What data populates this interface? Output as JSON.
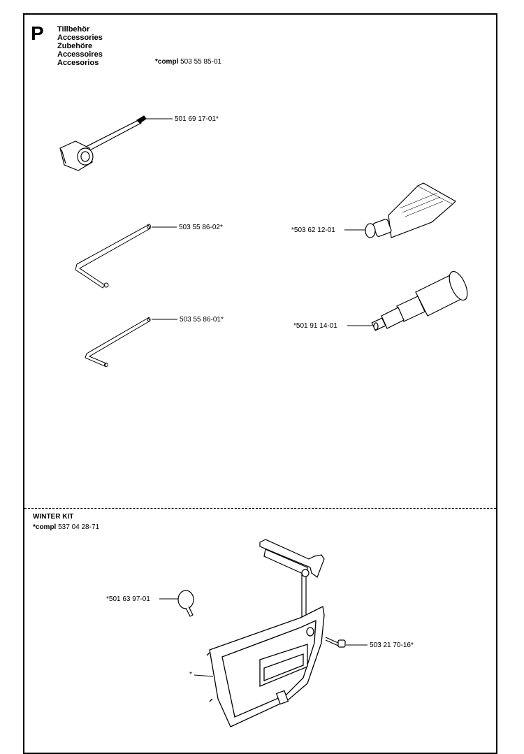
{
  "section": {
    "letter": "P",
    "titles": [
      "Tillbehör",
      "Accessories",
      "Zubehöre",
      "Accessoires",
      "Accesorios"
    ],
    "compl_label": "*compl",
    "compl_number": "503 55 85-01"
  },
  "parts": {
    "wrench": "501 69 17-01*",
    "hex_key_large": "503 55 86-02*",
    "hex_key_small": "503 55 86-01*",
    "grease_tube": "*503 62 12-01",
    "grease_gun": "*501 91 14-01"
  },
  "winter_kit": {
    "title": "WINTER KIT",
    "compl_label": "*compl",
    "compl_number": "537 04 28-71",
    "parts": {
      "plug": "*501 63 97-01",
      "screw": "503 21 70-16*",
      "cover": "*"
    }
  }
}
